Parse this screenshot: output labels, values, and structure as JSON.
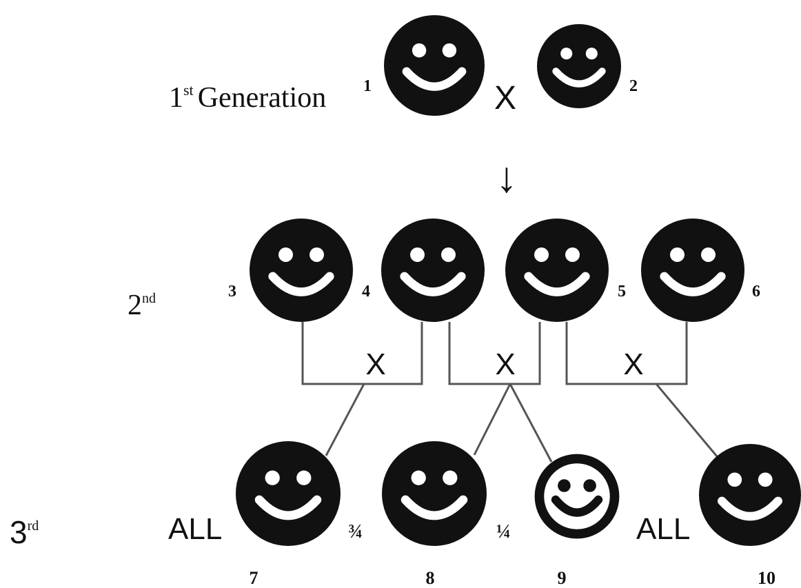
{
  "generations": {
    "first": {
      "label": "Generation",
      "ordinal_num": "1",
      "ordinal_suffix": "st"
    },
    "second": {
      "ordinal_num": "2",
      "ordinal_suffix": "nd"
    },
    "third": {
      "ordinal_num": "3",
      "ordinal_suffix": "rd"
    }
  },
  "symbols": {
    "cross": "X",
    "arrow": "↓"
  },
  "individuals": [
    "1",
    "2",
    "3",
    "4",
    "5",
    "6",
    "7",
    "8",
    "9",
    "10"
  ],
  "offspring_ratios": {
    "ind7": "ALL",
    "ind8": "¾",
    "ind9": "¼",
    "ind10": "ALL"
  },
  "colors": {
    "ink": "#111111",
    "line": "#555555",
    "background": "#ffffff"
  }
}
